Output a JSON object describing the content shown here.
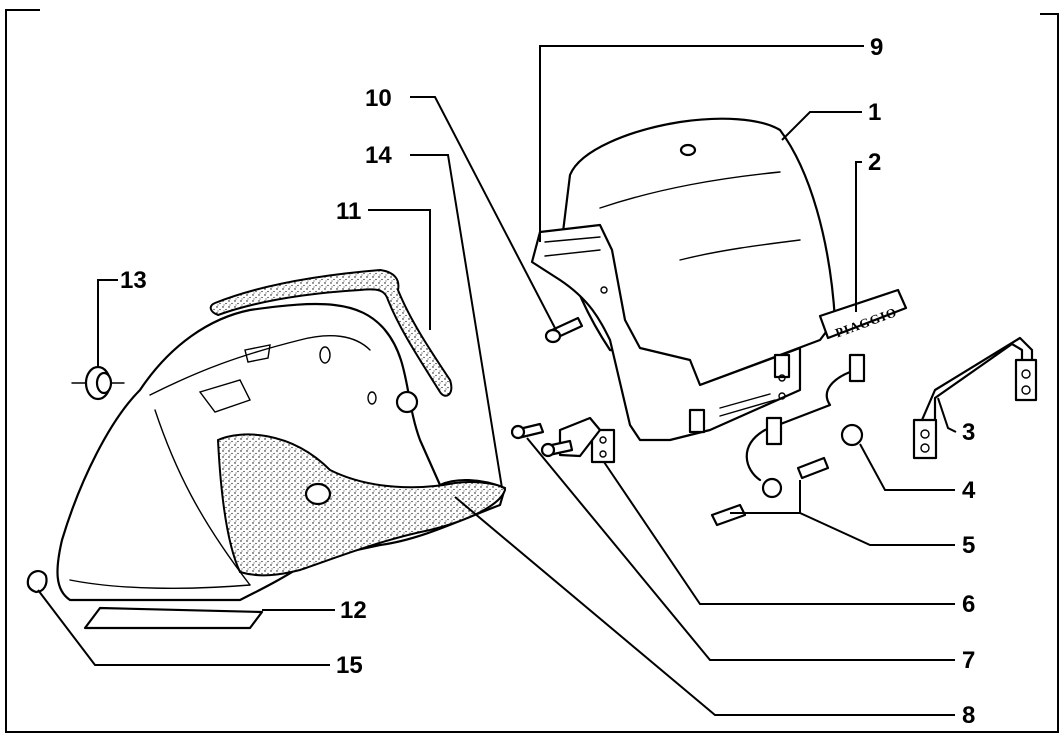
{
  "diagram": {
    "brand_label": "PIAGGIO",
    "callouts": [
      {
        "id": "c1",
        "label": "1"
      },
      {
        "id": "c2",
        "label": "2"
      },
      {
        "id": "c3",
        "label": "3"
      },
      {
        "id": "c4",
        "label": "4"
      },
      {
        "id": "c5",
        "label": "5"
      },
      {
        "id": "c6",
        "label": "6"
      },
      {
        "id": "c7",
        "label": "7"
      },
      {
        "id": "c8",
        "label": "8"
      },
      {
        "id": "c9",
        "label": "9"
      },
      {
        "id": "c10",
        "label": "10"
      },
      {
        "id": "c11",
        "label": "11"
      },
      {
        "id": "c12",
        "label": "12"
      },
      {
        "id": "c13",
        "label": "13"
      },
      {
        "id": "c14",
        "label": "14"
      },
      {
        "id": "c15",
        "label": "15"
      }
    ]
  }
}
